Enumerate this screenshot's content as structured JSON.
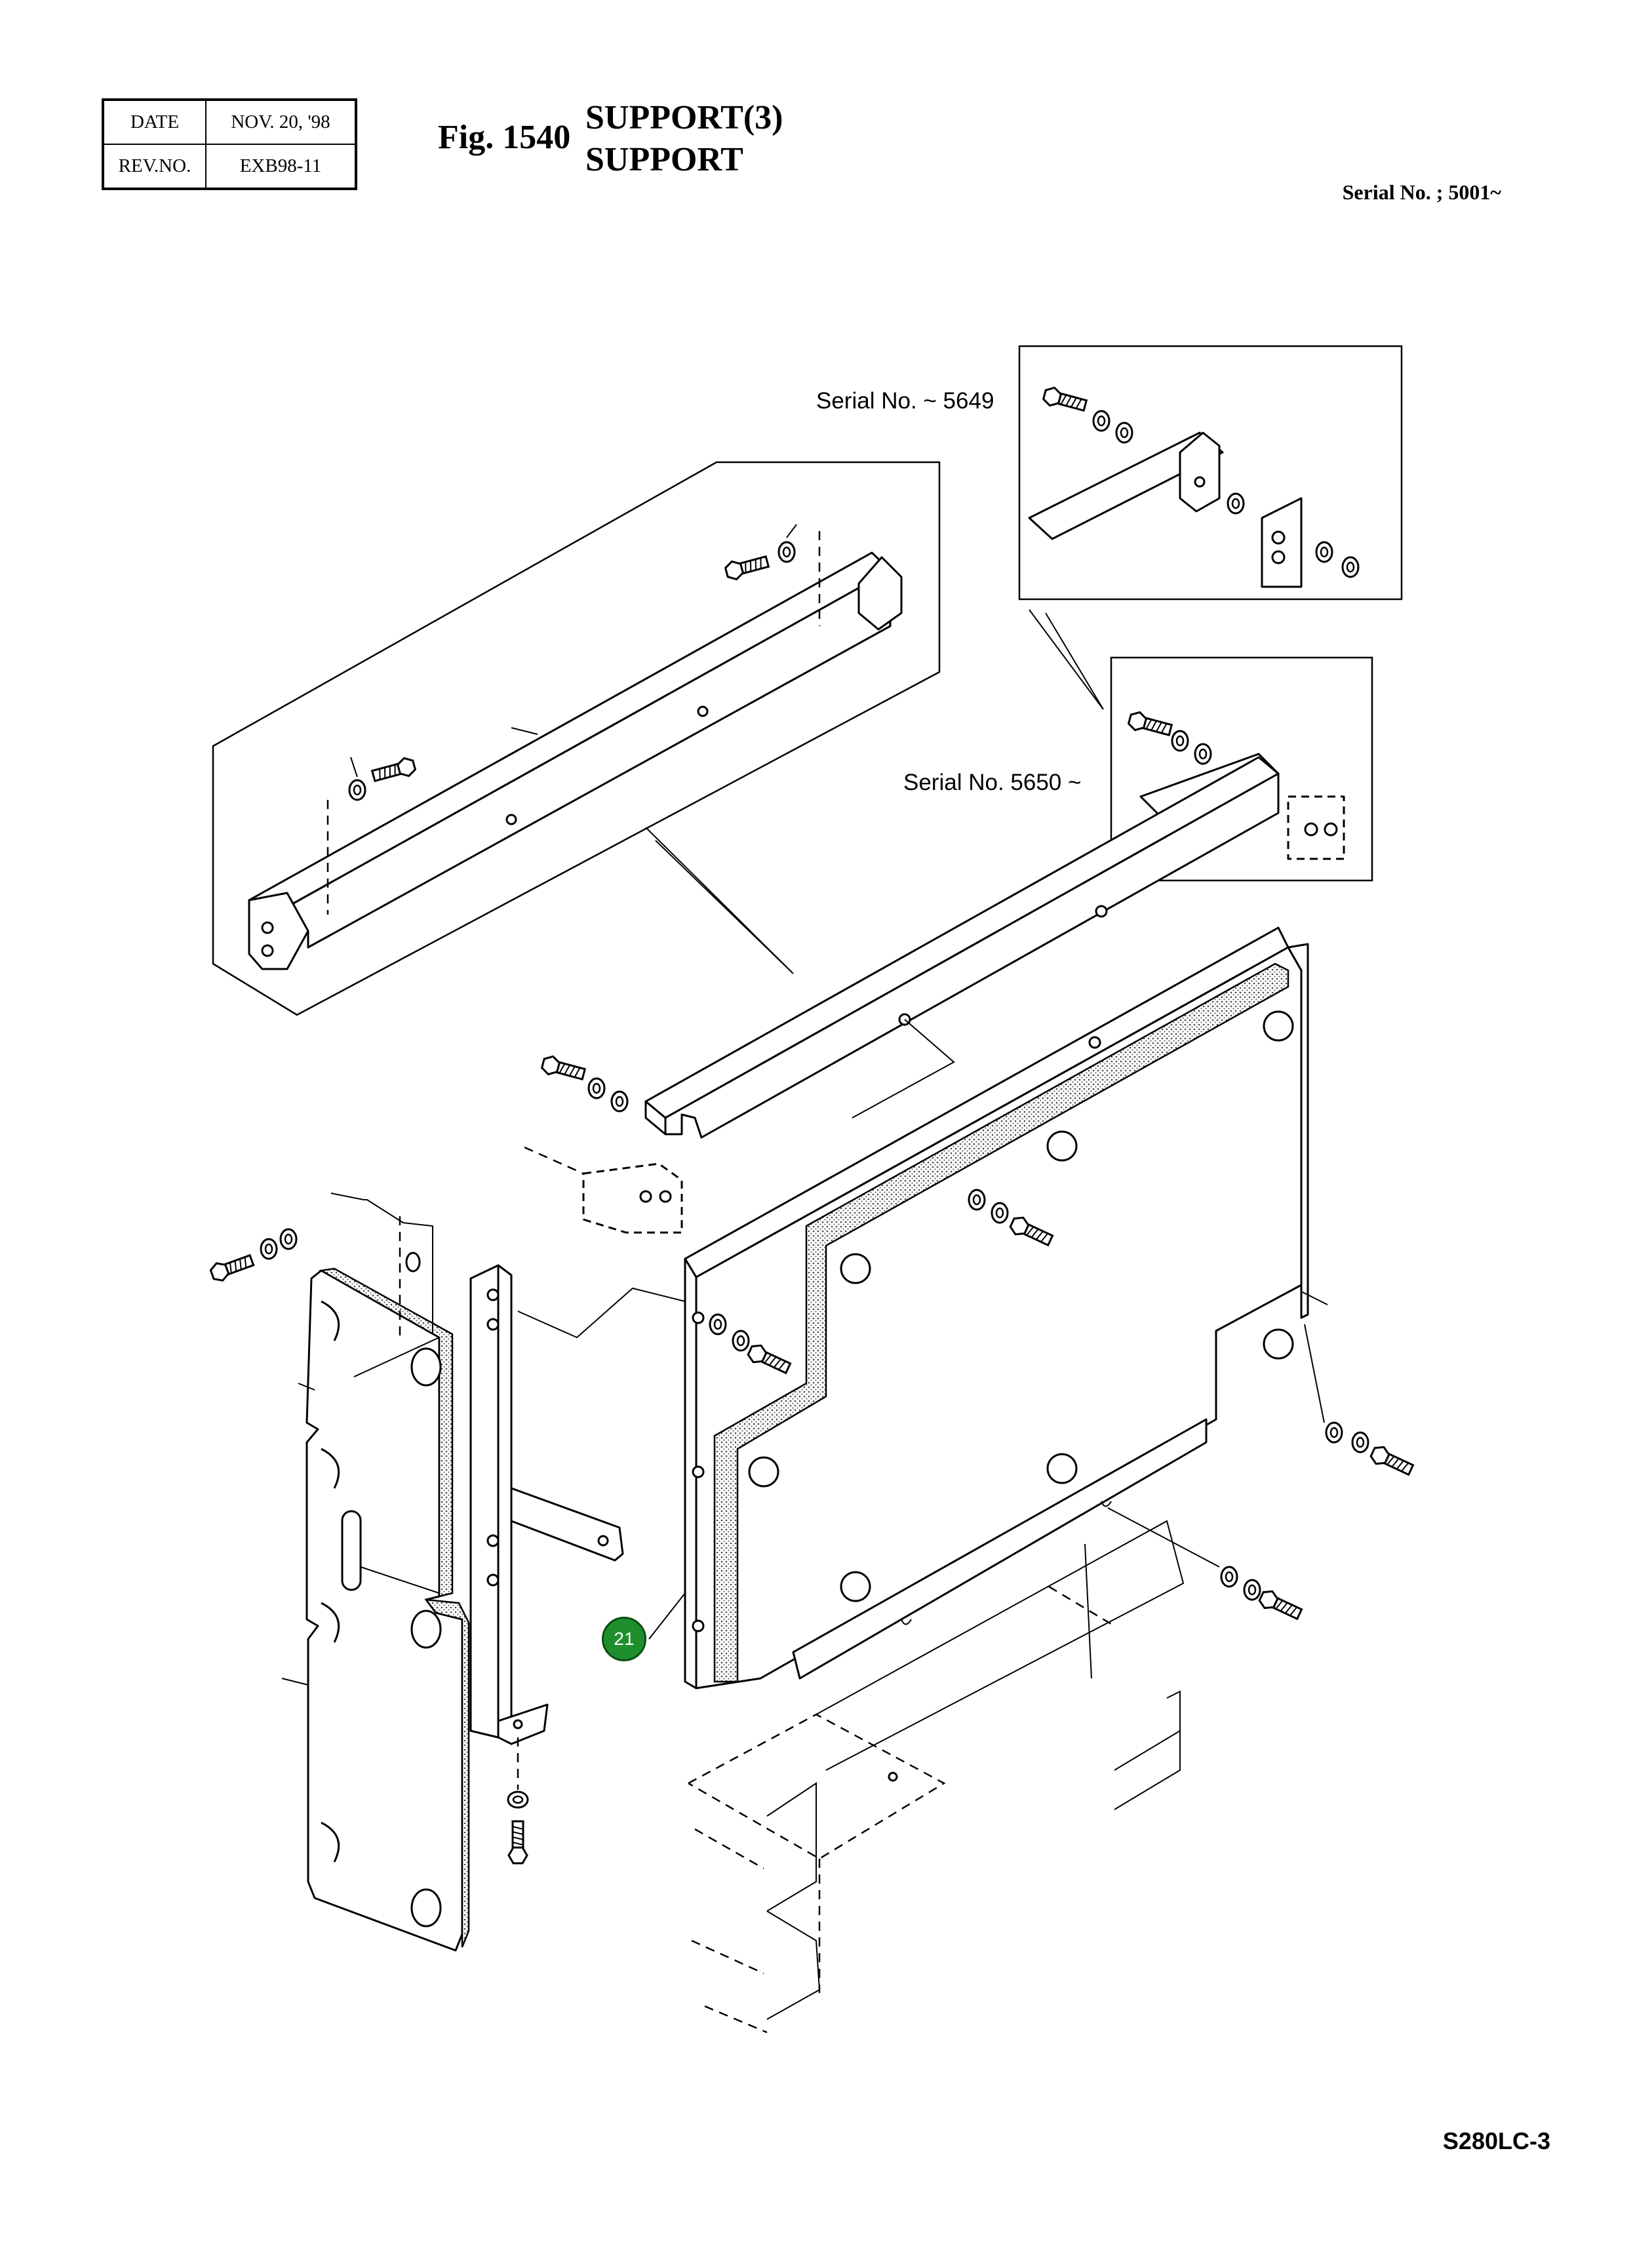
{
  "header": {
    "date_label": "DATE",
    "date_value": "NOV. 20, '98",
    "rev_label": "REV.NO.",
    "rev_value": "EXB98-11"
  },
  "figure": {
    "fig_label": "Fig. 1540",
    "title_line1": "SUPPORT(3)",
    "title_line2": "SUPPORT",
    "serial_range": "Serial No. ; 5001~"
  },
  "callouts": {
    "serial_old": "Serial No. ~ 5649",
    "serial_new": "Serial No. 5650 ~"
  },
  "part_badge": "21",
  "footer": {
    "model_code": "S280LC-3"
  },
  "colors": {
    "badge": "#1e8f2c",
    "line": "#000000"
  }
}
